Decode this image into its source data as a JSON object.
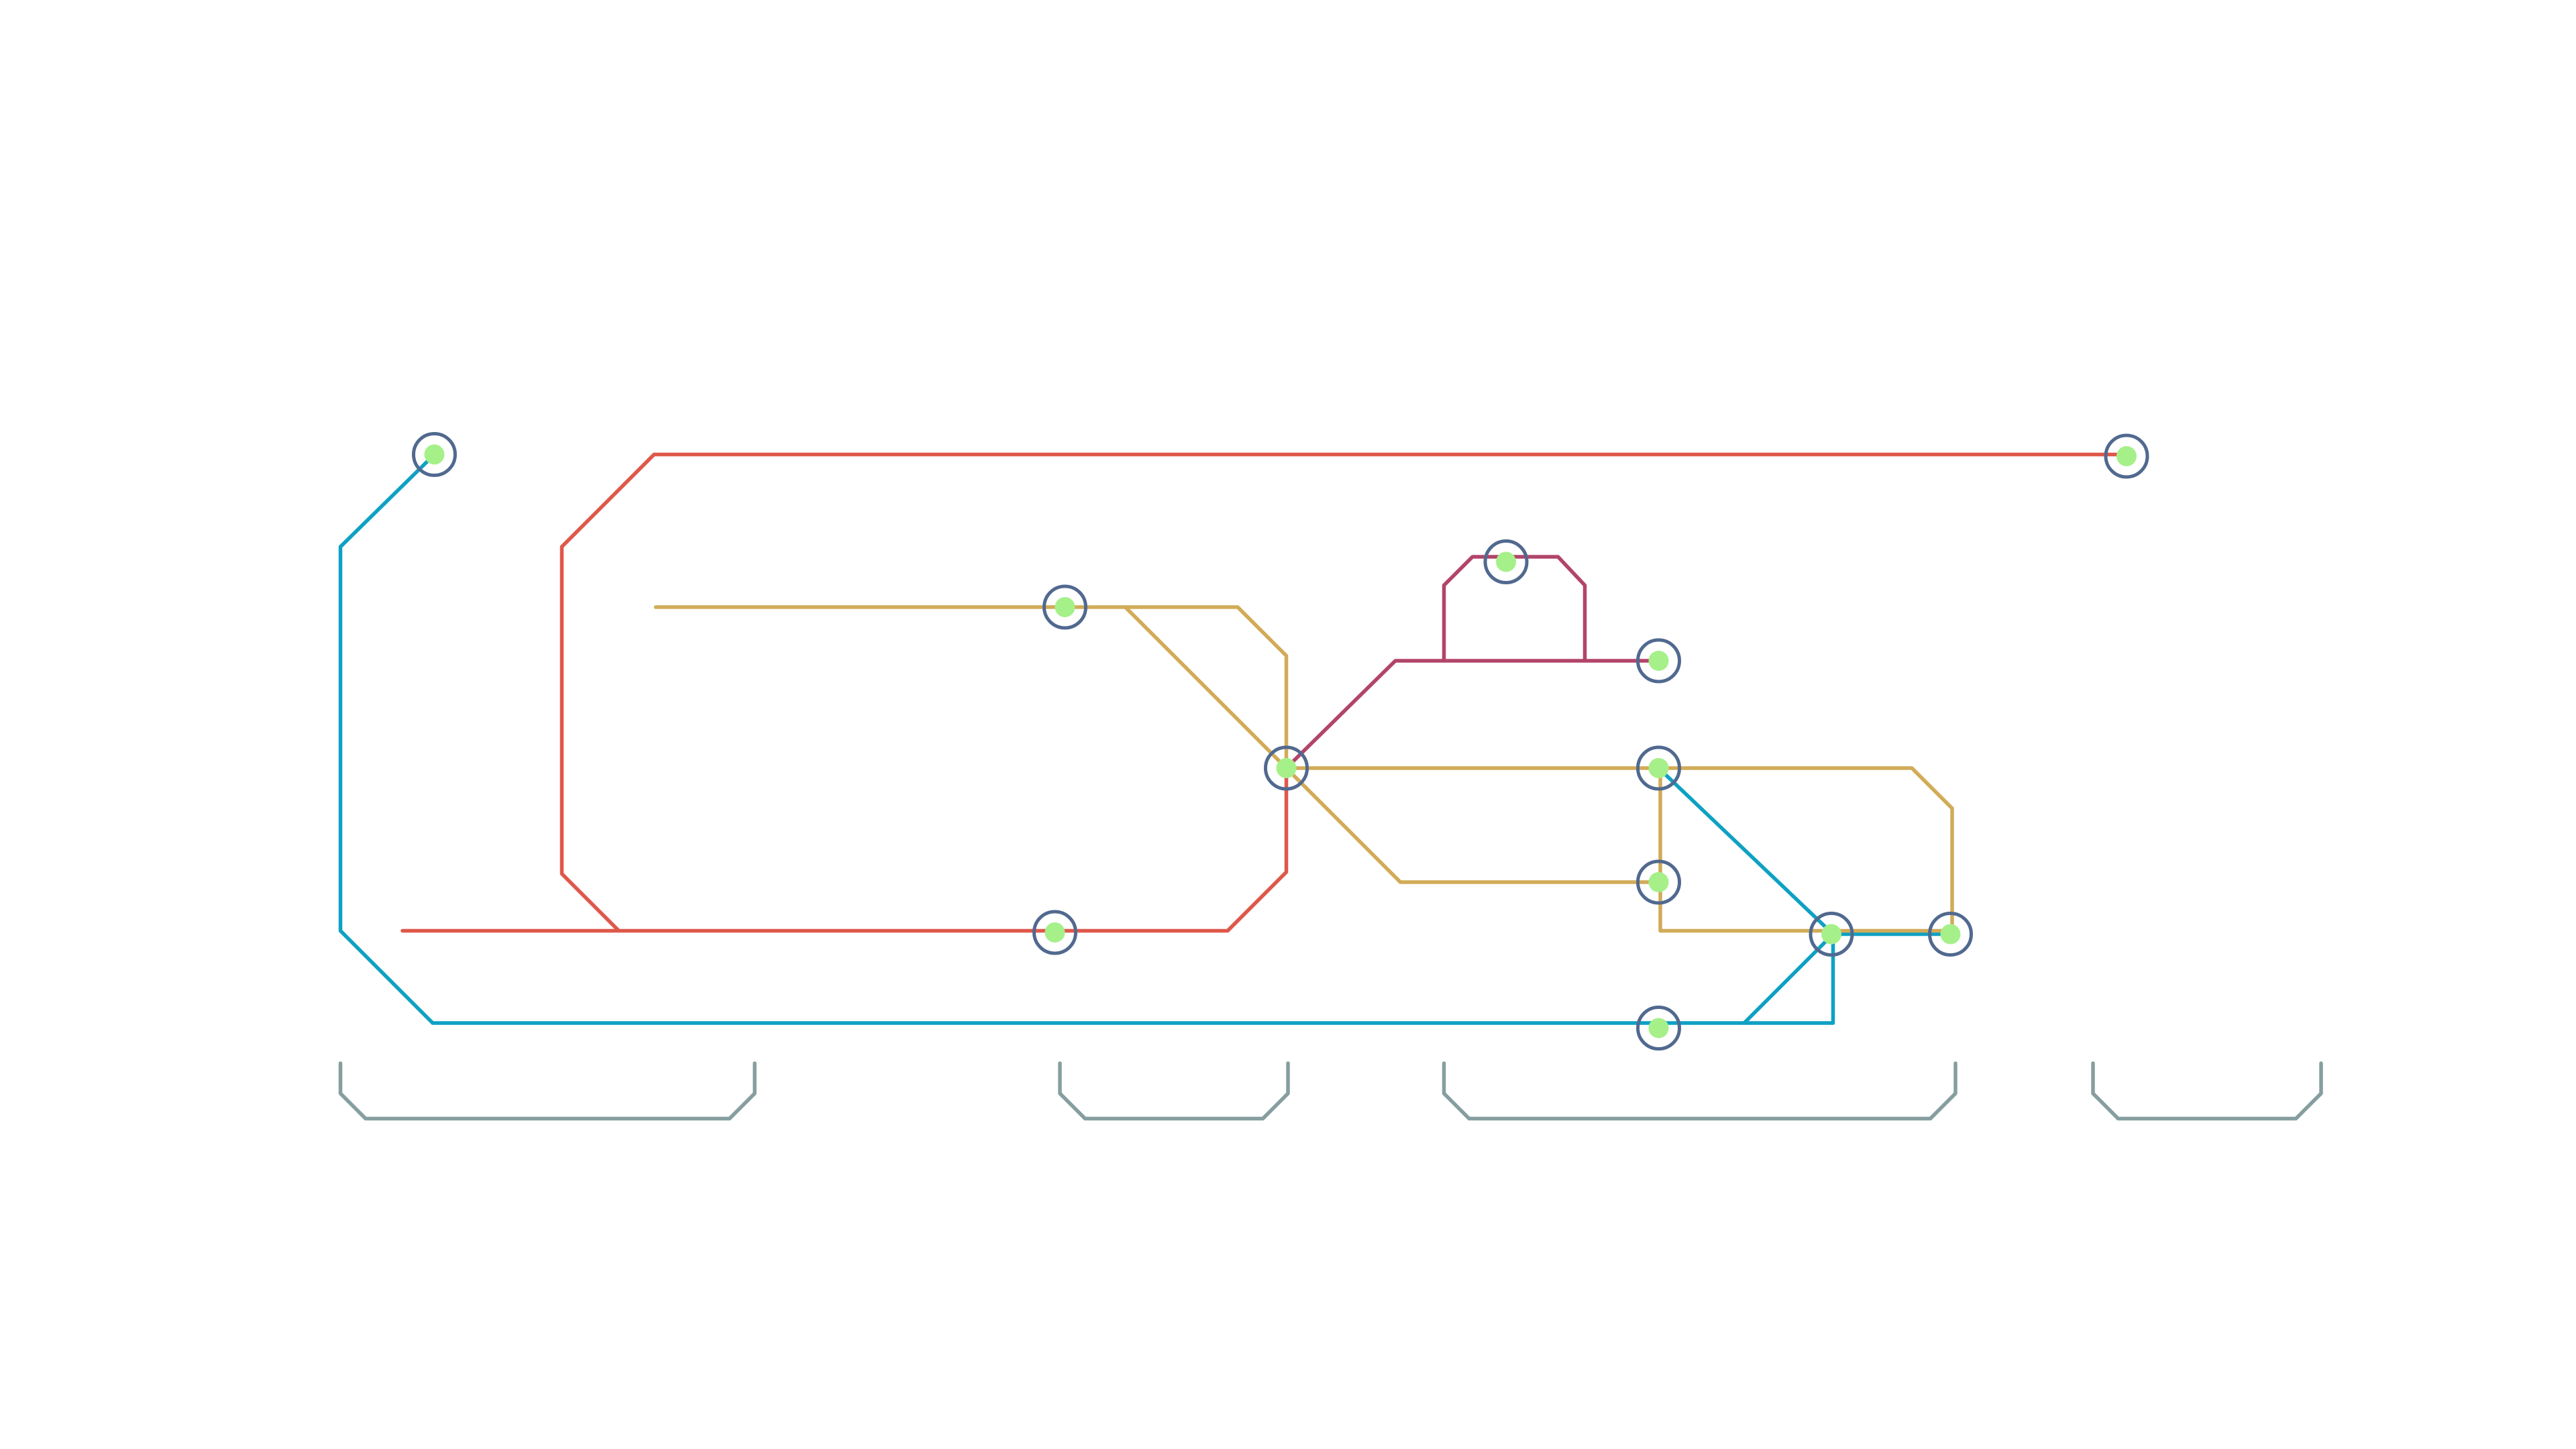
{
  "diagram": {
    "type": "transit-map",
    "colors": {
      "background": "#ffffff",
      "station_ring": "#51698f",
      "station_core": "#a6f08a",
      "bracket": "#869ea0"
    },
    "routes": [
      {
        "id": "red",
        "color": "#df584a"
      },
      {
        "id": "blue",
        "color": "#0ea1c3"
      },
      {
        "id": "yellow",
        "color": "#d2ab58"
      },
      {
        "id": "magenta",
        "color": "#b2446a"
      }
    ],
    "stations": [
      {
        "id": "s1",
        "interchange": false
      },
      {
        "id": "s2",
        "interchange": false
      },
      {
        "id": "s3",
        "interchange": false
      },
      {
        "id": "s4",
        "interchange": false
      },
      {
        "id": "s5",
        "interchange": true
      },
      {
        "id": "s6",
        "interchange": false
      },
      {
        "id": "s7",
        "interchange": false
      },
      {
        "id": "s8",
        "interchange": true
      },
      {
        "id": "s9",
        "interchange": false
      },
      {
        "id": "s10",
        "interchange": true
      },
      {
        "id": "s11",
        "interchange": false
      },
      {
        "id": "s12",
        "interchange": false
      }
    ],
    "groups": [
      {
        "id": "group-1"
      },
      {
        "id": "group-2"
      },
      {
        "id": "group-3"
      },
      {
        "id": "group-4"
      }
    ]
  }
}
